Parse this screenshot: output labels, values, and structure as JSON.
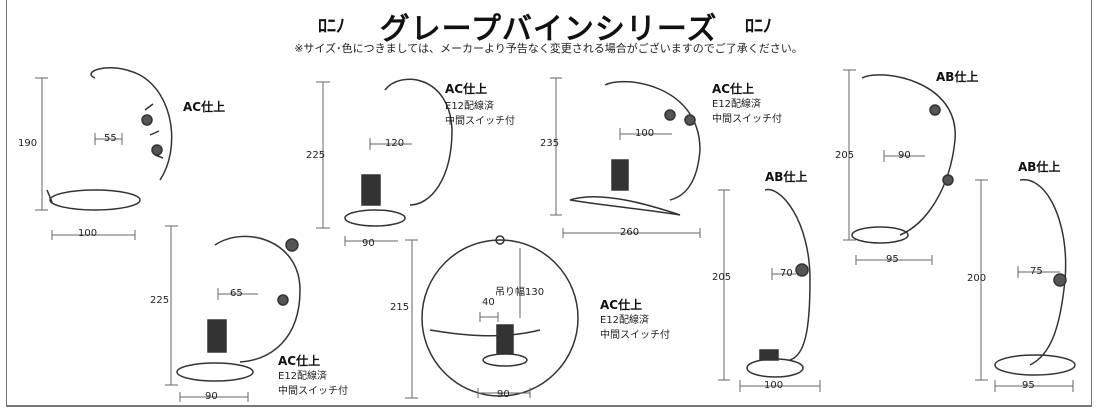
{
  "header": {
    "title": "グレープバインシリーズ",
    "deco_left": "ﾛﾆﾉ",
    "deco_right": "ﾛﾆﾉ",
    "notice": "※サイズ･色につきましては、メーカーより予告なく変更される場合がございますのでご了承ください。"
  },
  "products": [
    {
      "finish": "AC仕上",
      "height": "190",
      "width": "100",
      "inner": "55"
    },
    {
      "finish": "AC仕上",
      "spec1": "E12配線済",
      "spec2": "中間スイッチ付",
      "height": "225",
      "width": "90",
      "inner": "120"
    },
    {
      "finish": "AC仕上",
      "spec1": "E12配線済",
      "spec2": "中間スイッチ付",
      "height": "235",
      "width": "260",
      "inner": "100"
    },
    {
      "finish": "AB仕上",
      "height": "205",
      "width": "95",
      "inner": "90"
    },
    {
      "finish": "AC仕上",
      "spec1": "E12配線済",
      "spec2": "中間スイッチ付",
      "height": "225",
      "width": "90",
      "inner": "65"
    },
    {
      "finish": "AC仕上",
      "spec1": "E12配線済",
      "spec2": "中間スイッチ付",
      "height": "215",
      "width": "90",
      "inner": "40",
      "hang": "吊り幅130"
    },
    {
      "finish": "AB仕上",
      "height": "205",
      "width": "100",
      "inner": "70"
    },
    {
      "finish": "AB仕上",
      "height": "200",
      "width": "95",
      "inner": "75"
    }
  ]
}
